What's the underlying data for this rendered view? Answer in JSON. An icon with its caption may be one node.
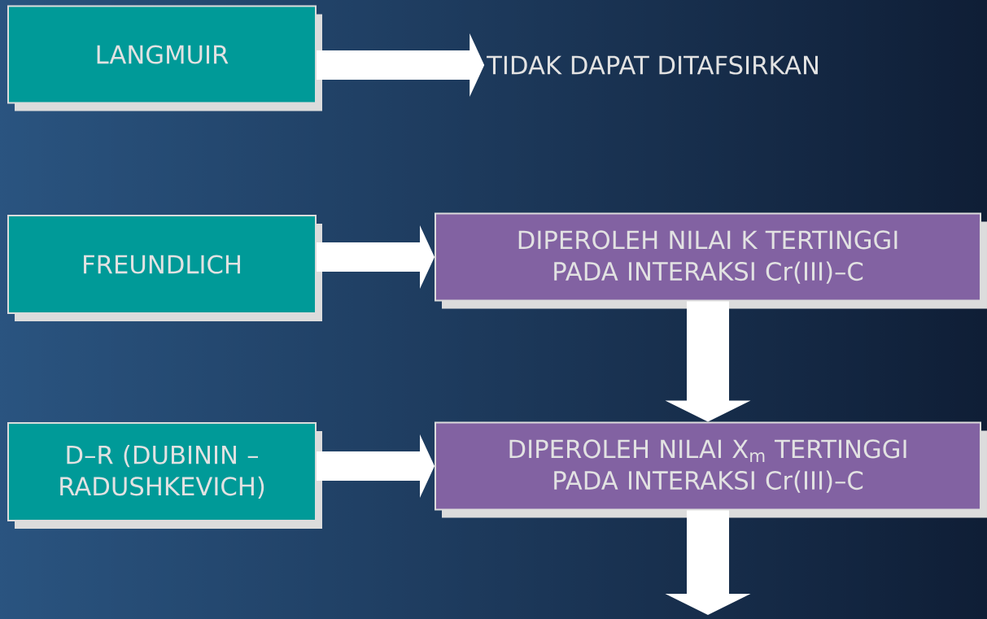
{
  "diagram": {
    "nodes": [
      {
        "text": [
          "LANGMUIR"
        ]
      },
      {
        "text": [
          "TIDAK DAPAT DITAFSIRKAN"
        ]
      },
      {
        "text": [
          "FREUNDLICH"
        ]
      },
      {
        "text": [
          "DIPEROLEH NILAI K TERTINGGI PADA INTERAKSI Cr(III)–C"
        ]
      },
      {
        "text": [
          "D–R (DUBININ – RADUSHKEVICH)"
        ]
      },
      {
        "text": [
          "DIPEROLEH NILAI X$_{m}$ TERTINGGI PADA INTERAKSI Cr(III)–C"
        ]
      }
    ],
    "edges": [
      {
        "from": 0,
        "to": 1,
        "arrow": "to"
      },
      {
        "from": 2,
        "to": 3,
        "arrow": "to"
      },
      {
        "from": 3,
        "to": 5,
        "arrow": "to"
      },
      {
        "from": 4,
        "to": 5,
        "arrow": "to"
      },
      {
        "from": 5,
        "to": null,
        "arrow": "to"
      }
    ]
  }
}
